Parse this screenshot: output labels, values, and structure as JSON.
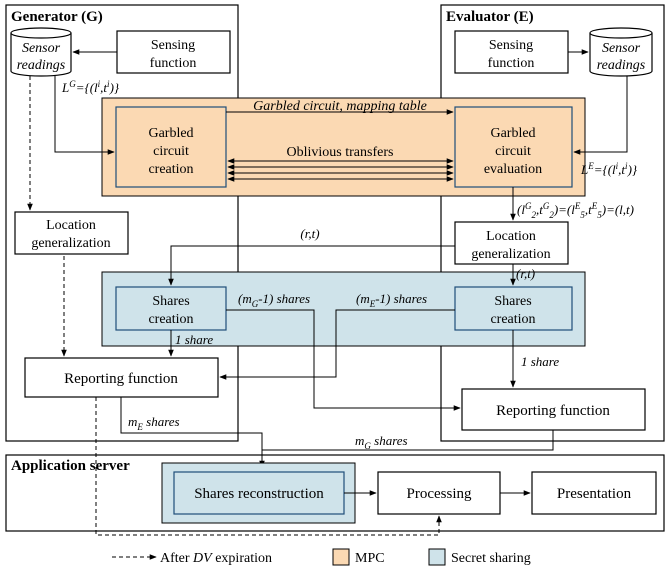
{
  "colors": {
    "mpc": "#fbd9b3",
    "secret_sharing": "#cfe3ea",
    "line": "#000000",
    "inner_box_border": "#1f4e79"
  },
  "generator": {
    "title": "Generator (G)",
    "sensor_line1": "Sensor",
    "sensor_line2": "readings",
    "sensing_line1": "Sensing",
    "sensing_line2": "function",
    "location_pre": "L",
    "location_sup": "G",
    "location_post": "={(l",
    "location_sub_i1": "i",
    "location_t": ",t",
    "location_sub_i2": "i",
    "location_close": ")}",
    "loc_gen_line1": "Location",
    "loc_gen_line2": "generalization",
    "reporting": "Reporting function"
  },
  "evaluator": {
    "title": "Evaluator (E)",
    "sensing_line1": "Sensing",
    "sensing_line2": "function",
    "sensor_line1": "Sensor",
    "sensor_line2": "readings",
    "location_pre": "L",
    "location_sup": "E",
    "location_post": "={(l",
    "location_sub_i1": "i",
    "location_t": ",t",
    "location_sub_i2": "i",
    "location_close": ")}",
    "loc_gen_line1": "Location",
    "loc_gen_line2": "generalization",
    "reporting": "Reporting function"
  },
  "mpc": {
    "garbled_label": "Garbled circuit, mapping table",
    "creation_line1": "Garbled",
    "creation_line2": "circuit",
    "creation_line3": "creation",
    "evaluation_line1": "Garbled",
    "evaluation_line2": "circuit",
    "evaluation_line3": "evaluation",
    "oblivious": "Oblivious transfers"
  },
  "secret": {
    "g_shares_line1": "Shares",
    "g_shares_line2": "creation",
    "e_shares_line1": "Shares",
    "e_shares_line2": "creation",
    "mg_minus": "(m",
    "mg_sub": "G",
    "mg_rest": "-1) shares",
    "me_minus": "(m",
    "me_sub": "E",
    "me_rest": "-1) shares",
    "one_share_g": "1 share",
    "one_share_e": "1 share"
  },
  "labels": {
    "equation_p1": "(l",
    "equation_g_sup": "G",
    "equation_2sub": "2",
    "equation_p2": ",t",
    "equation_p3": ")=(l",
    "equation_e_sup": "E",
    "equation_5sub": "5",
    "equation_p4": ")=(l,t)",
    "rt_top": "(r,t)",
    "rt_mid": "(r,t)",
    "me_shares_pre": "m",
    "me_shares_sub": "E",
    "me_shares_post": " shares",
    "mg_shares_pre": "m",
    "mg_shares_sub": "G",
    "mg_shares_post": " shares"
  },
  "app_server": {
    "title": "Application server",
    "reconstruction": "Shares reconstruction",
    "processing": "Processing",
    "presentation": "Presentation"
  },
  "legend": {
    "after_pre": "After ",
    "after_dv": "DV",
    "after_post": " expiration",
    "mpc": "MPC",
    "secret": "Secret sharing"
  }
}
